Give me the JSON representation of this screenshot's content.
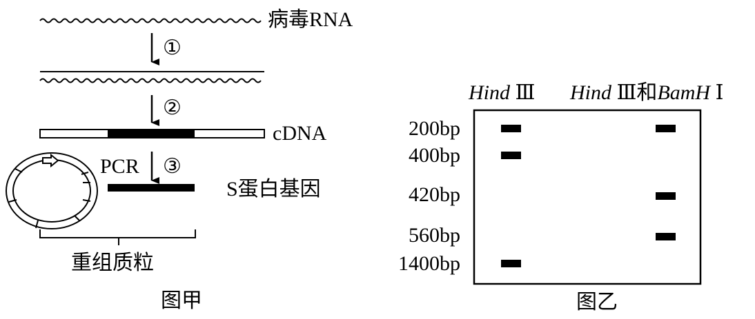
{
  "figure_a": {
    "viral_rna_label": "病毒RNA",
    "step1_label": "①",
    "step2_label": "②",
    "cdna_label": "cDNA",
    "pcr_label": "PCR",
    "step3_label": "③",
    "s_gene_label": "S蛋白基因",
    "recombinant_plasmid_label": "重组质粒",
    "caption": "图甲"
  },
  "figure_b": {
    "lane1_enzyme": "Hind",
    "lane1_suffix": "Ⅲ",
    "lane2_enzyme1": "Hind",
    "lane2_mid": "Ⅲ和",
    "lane2_enzyme2": "BamH",
    "lane2_suffix": "Ⅰ",
    "markers": [
      "200bp",
      "400bp",
      "420bp",
      "560bp",
      "1400bp"
    ],
    "lane1_bands": [
      "200bp",
      "400bp",
      "1400bp"
    ],
    "lane2_bands": [
      "200bp",
      "420bp",
      "560bp"
    ],
    "caption": "图乙"
  }
}
